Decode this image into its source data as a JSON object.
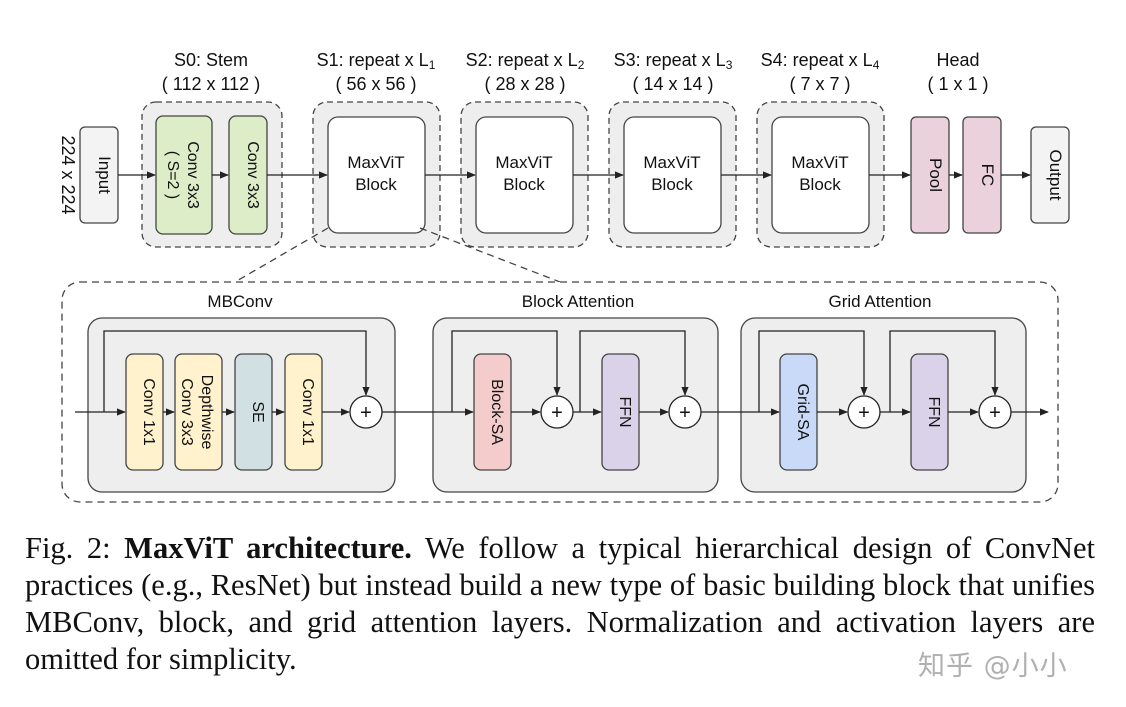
{
  "stages": [
    {
      "id": "s0",
      "title": "S0: Stem",
      "res": "( 112 x 112 )",
      "blocks": [
        {
          "label": "Conv 3x3 ( S=2 )",
          "fill": "#dcedc8"
        },
        {
          "label": "Conv 3x3",
          "fill": "#dcedc8"
        }
      ]
    },
    {
      "id": "s1",
      "title": "S1: repeat x L",
      "sub": "1",
      "res": "( 56 x 56 )",
      "block": "MaxViT Block"
    },
    {
      "id": "s2",
      "title": "S2: repeat x L",
      "sub": "2",
      "res": "( 28 x 28 )",
      "block": "MaxViT Block"
    },
    {
      "id": "s3",
      "title": "S3: repeat x L",
      "sub": "3",
      "res": "( 14 x 14 )",
      "block": "MaxViT Block"
    },
    {
      "id": "s4",
      "title": "S4: repeat x L",
      "sub": "4",
      "res": "( 7 x 7 )",
      "block": "MaxViT Block"
    },
    {
      "id": "head",
      "title": "Head",
      "res": "( 1 x 1 )",
      "blocks": [
        {
          "label": "Pool",
          "fill": "#ead1dc"
        },
        {
          "label": "FC",
          "fill": "#ead1dc"
        }
      ]
    }
  ],
  "input_side_label": "224 x 224",
  "input_label": "Input",
  "output_label": "Output",
  "sections": [
    {
      "id": "mbconv",
      "title": "MBConv",
      "blocks": [
        {
          "label": "Conv 1x1",
          "fill": "#fff2cc"
        },
        {
          "label": "Depthwise Conv 3x3",
          "fill": "#fff2cc"
        },
        {
          "label": "SE",
          "fill": "#d0e0e3"
        },
        {
          "label": "Conv 1x1",
          "fill": "#fff2cc"
        }
      ]
    },
    {
      "id": "block-attention",
      "title": "Block Attention",
      "blocks": [
        {
          "label": "Block-SA",
          "fill": "#f4cccc"
        },
        {
          "label": "FFN",
          "fill": "#d9d2e9"
        }
      ]
    },
    {
      "id": "grid-attention",
      "title": "Grid Attention",
      "blocks": [
        {
          "label": "Grid-SA",
          "fill": "#c9daf8"
        },
        {
          "label": "FFN",
          "fill": "#d9d2e9"
        }
      ]
    }
  ],
  "plus_symbol": "+",
  "caption": {
    "prefix": "Fig. 2: ",
    "bold": "MaxViT architecture.",
    "text": " We follow a typical hierarchical design of ConvNet practices (e.g., ResNet) but instead build a new type of basic building block that unifies MBConv, block, and grid attention layers. Normalization and activation layers are omitted for simplicity."
  },
  "watermark": "知乎 @小小"
}
